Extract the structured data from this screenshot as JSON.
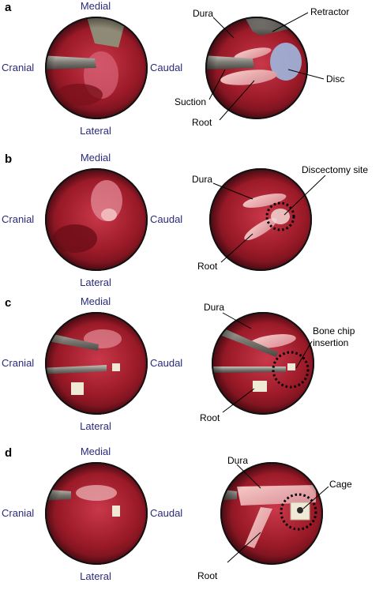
{
  "orientation": {
    "medial": "Medial",
    "lateral": "Lateral",
    "cranial": "Cranial",
    "caudal": "Caudal"
  },
  "colors": {
    "tissue_dark": "#5a0d16",
    "tissue_mid": "#9b1a28",
    "tissue_light": "#d7667a",
    "dura_pink": "#f0b5b6",
    "disc_blue": "#9fb7de",
    "instrument_gray": "#8d8a84",
    "bone_white": "#efe9d6",
    "orientation_text": "#2a2a7a"
  },
  "panels": [
    {
      "letter": "a",
      "labels": {
        "dura": "Dura",
        "retractor": "Retractor",
        "disc": "Disc",
        "suction": "Suction",
        "root": "Root"
      }
    },
    {
      "letter": "b",
      "labels": {
        "dura": "Dura",
        "site": "Discectomy site",
        "root": "Root"
      }
    },
    {
      "letter": "c",
      "labels": {
        "dura": "Dura",
        "bone1": "Bone chip",
        "bone2": "insertion",
        "root": "Root"
      }
    },
    {
      "letter": "d",
      "labels": {
        "dura": "Dura",
        "cage": "Cage",
        "root": "Root"
      }
    }
  ]
}
